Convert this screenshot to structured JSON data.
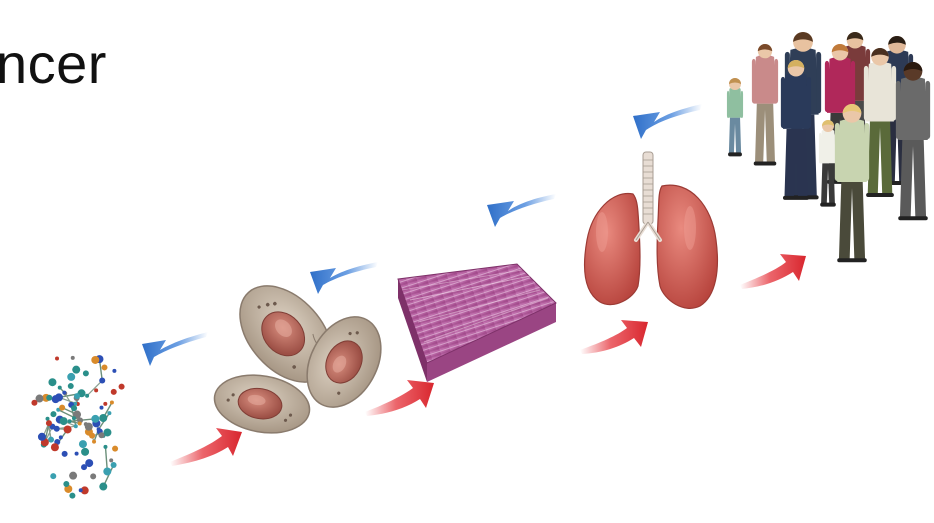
{
  "title": "ncer",
  "colors": {
    "up_arrow": "#e5323a",
    "down_arrow": "#3b7fd9",
    "lung": "#d4645c",
    "tissue": "#b8579c",
    "cell": "#c9b9a8",
    "nucleus": "#b5665c"
  },
  "levels": [
    {
      "name": "molecule",
      "icon": "molecule-icon"
    },
    {
      "name": "cells",
      "icon": "cells-icon"
    },
    {
      "name": "tissue",
      "icon": "tissue-icon"
    },
    {
      "name": "organ",
      "icon": "lungs-icon"
    },
    {
      "name": "population",
      "icon": "people-group-icon"
    }
  ]
}
